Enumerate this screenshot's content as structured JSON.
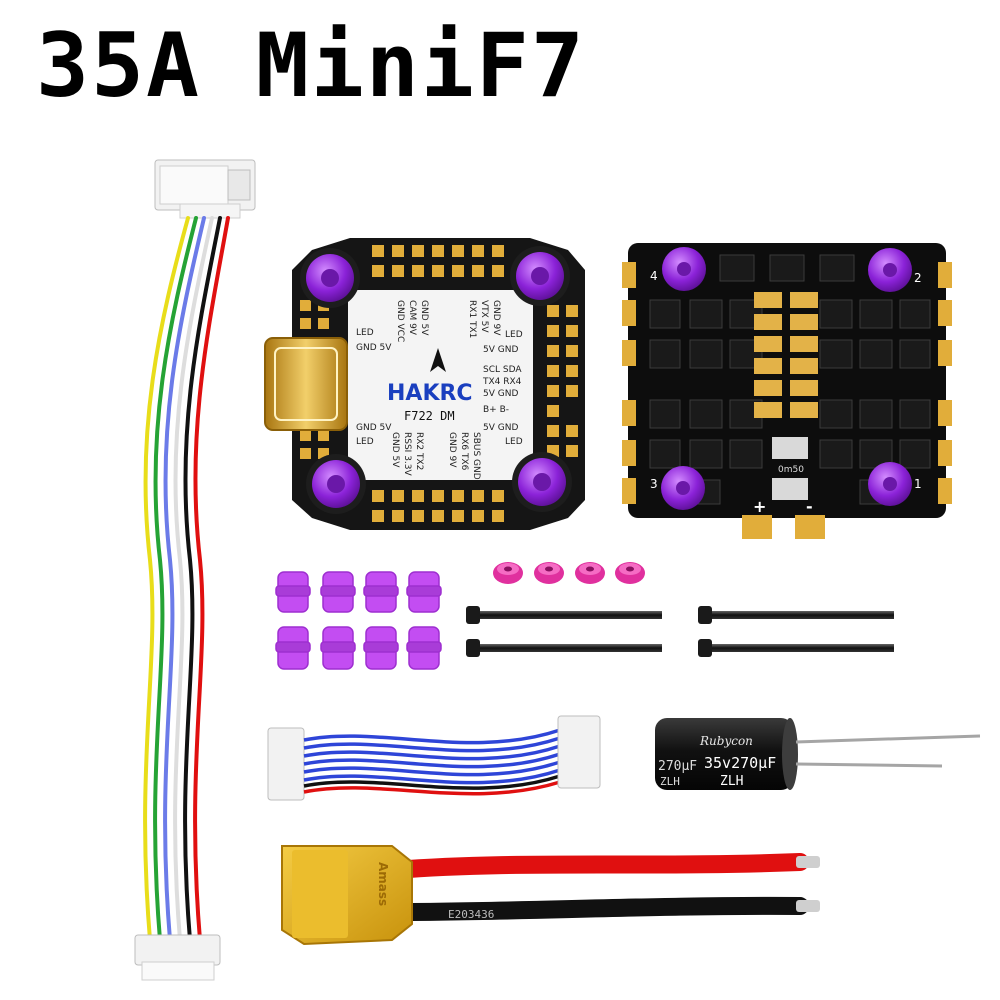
{
  "title": "35A MiniF7",
  "fc_board": {
    "brand": "HAKRC",
    "model": "F722 DM",
    "left_labels": [
      "LED",
      "GND 5V",
      "GND 5V",
      "LED"
    ],
    "top_pad_labels": [
      "GND VCC",
      "CAM 9V",
      "GND 5V",
      "RX1 TX1",
      "VTX 5V",
      "GND 9V"
    ],
    "right_labels": [
      "LED",
      "5V  GND",
      "SCL SDA",
      "TX4 RX4",
      "5V  GND",
      "B+  B-",
      "5V  GND",
      "LED"
    ],
    "bottom_pad_labels": [
      "GND 5V",
      "RSSI 3.3V",
      "RX2 TX2",
      "GND 9V",
      "RX6 TX6",
      "SBUS GND"
    ]
  },
  "esc_board": {
    "corner_numbers": [
      "4",
      "2",
      "3",
      "1"
    ],
    "power_labels": [
      "+",
      "-"
    ],
    "marking": "0m50"
  },
  "capacitor": {
    "brand_text": "Rubycon",
    "rating": "35v270µF",
    "series": "ZLH",
    "side_text": "270µF",
    "side_series": "ZLH"
  },
  "xt60": {
    "brand_text": "Amass",
    "cable_text": "E203436"
  },
  "colors": {
    "purple": "#9b30e0",
    "gold": "#d8a530",
    "board_black": "#141414",
    "red_wire": "#e01010",
    "xt60_yellow": "#e6b21c"
  }
}
